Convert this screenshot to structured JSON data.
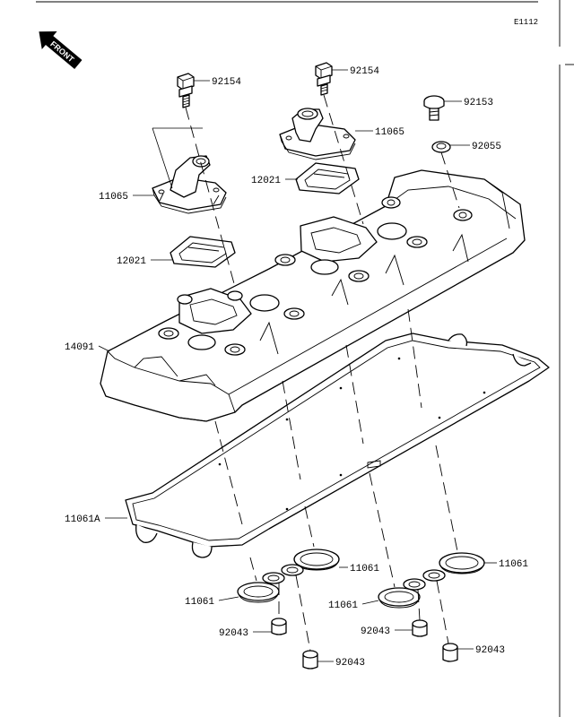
{
  "header": {
    "diagram_code": "E1112",
    "front_label": "FRONT"
  },
  "callouts": [
    {
      "id": "92154-left",
      "number": "92154"
    },
    {
      "id": "92154-right",
      "number": "92154"
    },
    {
      "id": "92153",
      "number": "92153"
    },
    {
      "id": "11065-right",
      "number": "11065"
    },
    {
      "id": "92055",
      "number": "92055"
    },
    {
      "id": "12021-right",
      "number": "12021"
    },
    {
      "id": "11065-left",
      "number": "11065"
    },
    {
      "id": "12021-left",
      "number": "12021"
    },
    {
      "id": "14091",
      "number": "14091"
    },
    {
      "id": "11061A",
      "number": "11061A"
    },
    {
      "id": "11061-center",
      "number": "11061"
    },
    {
      "id": "11061-far-right",
      "number": "11061"
    },
    {
      "id": "11061-left",
      "number": "11061"
    },
    {
      "id": "11061-right",
      "number": "11061"
    },
    {
      "id": "92043-left",
      "number": "92043"
    },
    {
      "id": "92043-center-low",
      "number": "92043"
    },
    {
      "id": "92043-right-up",
      "number": "92043"
    },
    {
      "id": "92043-right-low",
      "number": "92043"
    }
  ],
  "colors": {
    "ink": "#000000",
    "paper": "#ffffff"
  }
}
